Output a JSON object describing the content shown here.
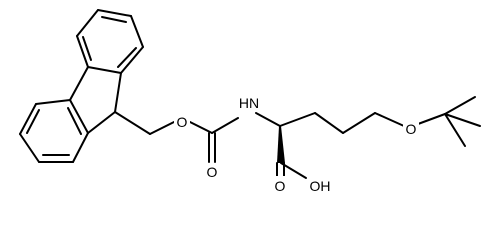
{
  "structure": {
    "colors": {
      "bond": "#000000",
      "background": "#ffffff"
    },
    "labels": {
      "O_ether_fmoc": "O",
      "N_amide": "HN",
      "O_carbonyl": "O",
      "O_acid": "O",
      "OH_acid": "OH",
      "O_tbu": "O"
    }
  }
}
